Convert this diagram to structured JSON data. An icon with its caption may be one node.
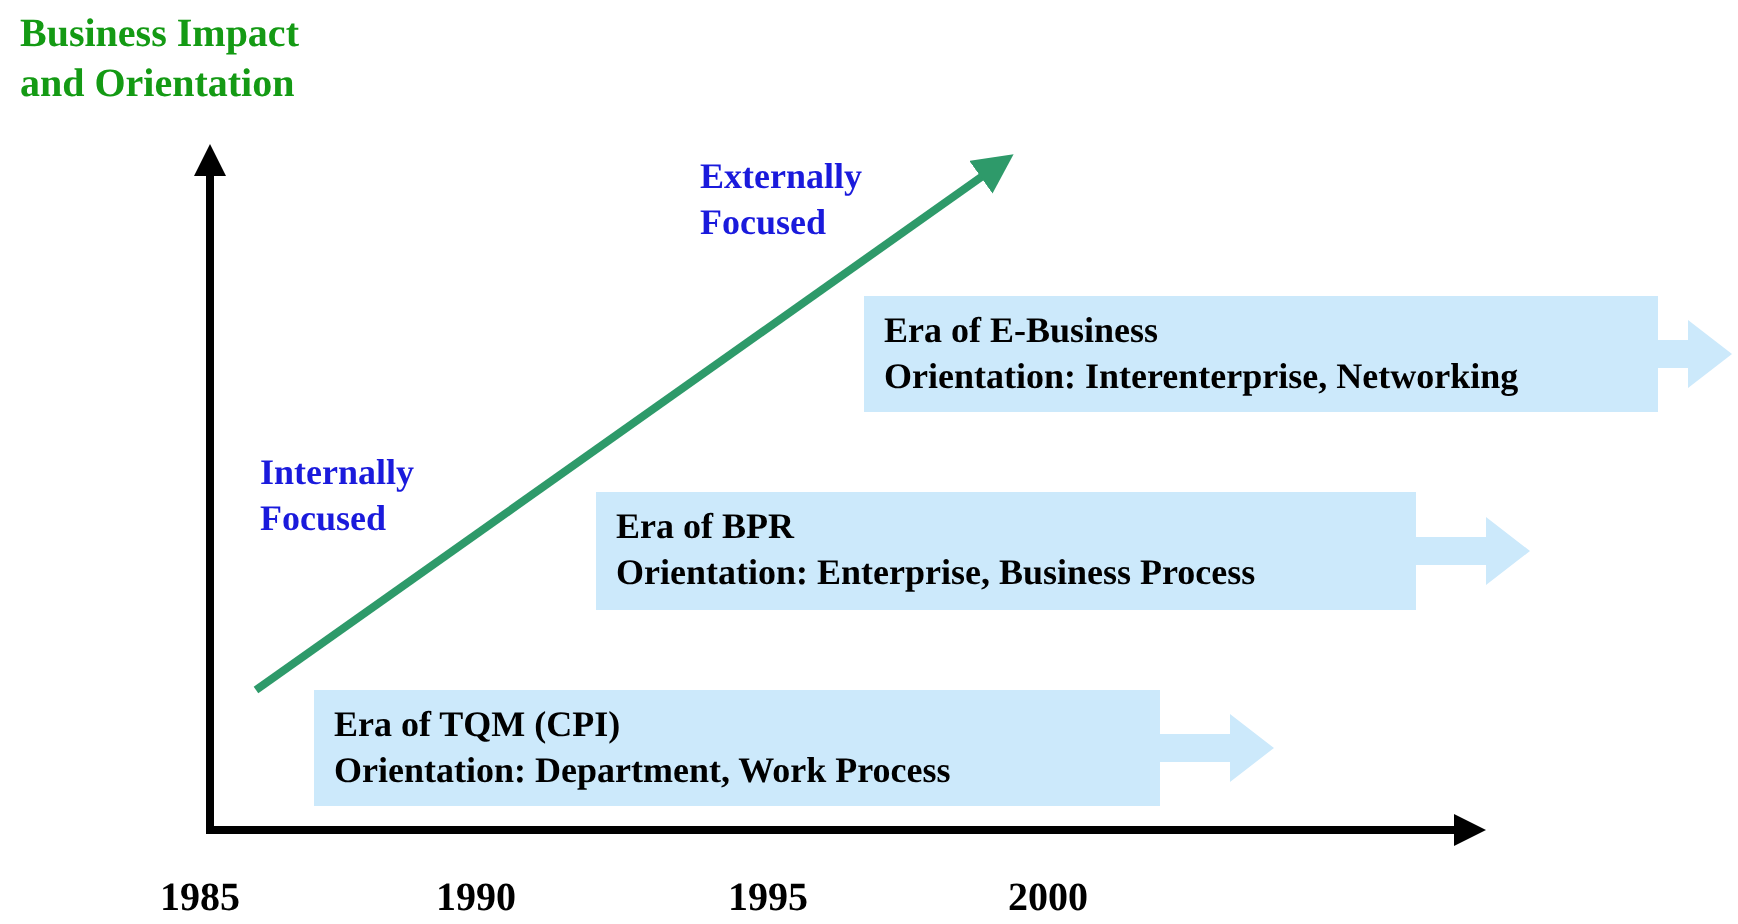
{
  "diagram": {
    "nodes": [
      {
        "text": [
          "Era of TQM (CPI)",
          "Orientation: Department, Work Process"
        ]
      },
      {
        "text": [
          "Era of BPR",
          "Orientation: Enterprise, Business Process"
        ]
      },
      {
        "text": [
          "Era of E-Business",
          "Orientation: Interenterprise, Networking"
        ]
      }
    ],
    "edges": [
      {
        "from": 0,
        "to": null,
        "arrow": "to"
      },
      {
        "from": 1,
        "to": null,
        "arrow": "to"
      },
      {
        "from": 2,
        "to": null,
        "arrow": "to"
      }
    ],
    "labels": [
      "Business Impact and Orientation",
      "Externally Focused",
      "Internally Focused",
      "1985",
      "1990",
      "1995",
      "2000"
    ]
  }
}
